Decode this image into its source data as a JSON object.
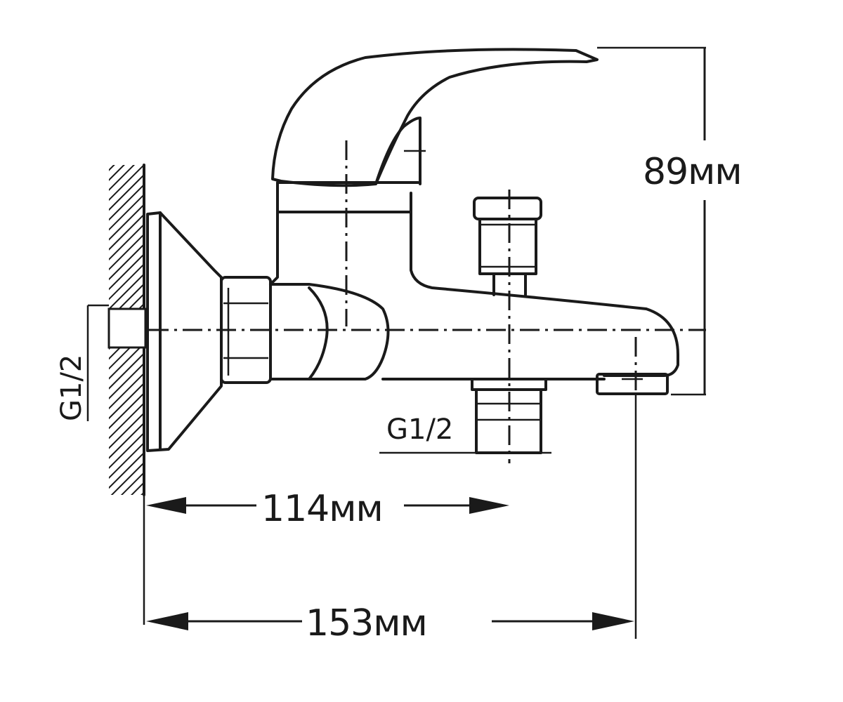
{
  "dimensions": {
    "height_label": "89мм",
    "inner_length_label": "114мм",
    "total_length_label": "153мм",
    "wall_thread_label": "G1/2",
    "shower_thread_label": "G1/2"
  }
}
